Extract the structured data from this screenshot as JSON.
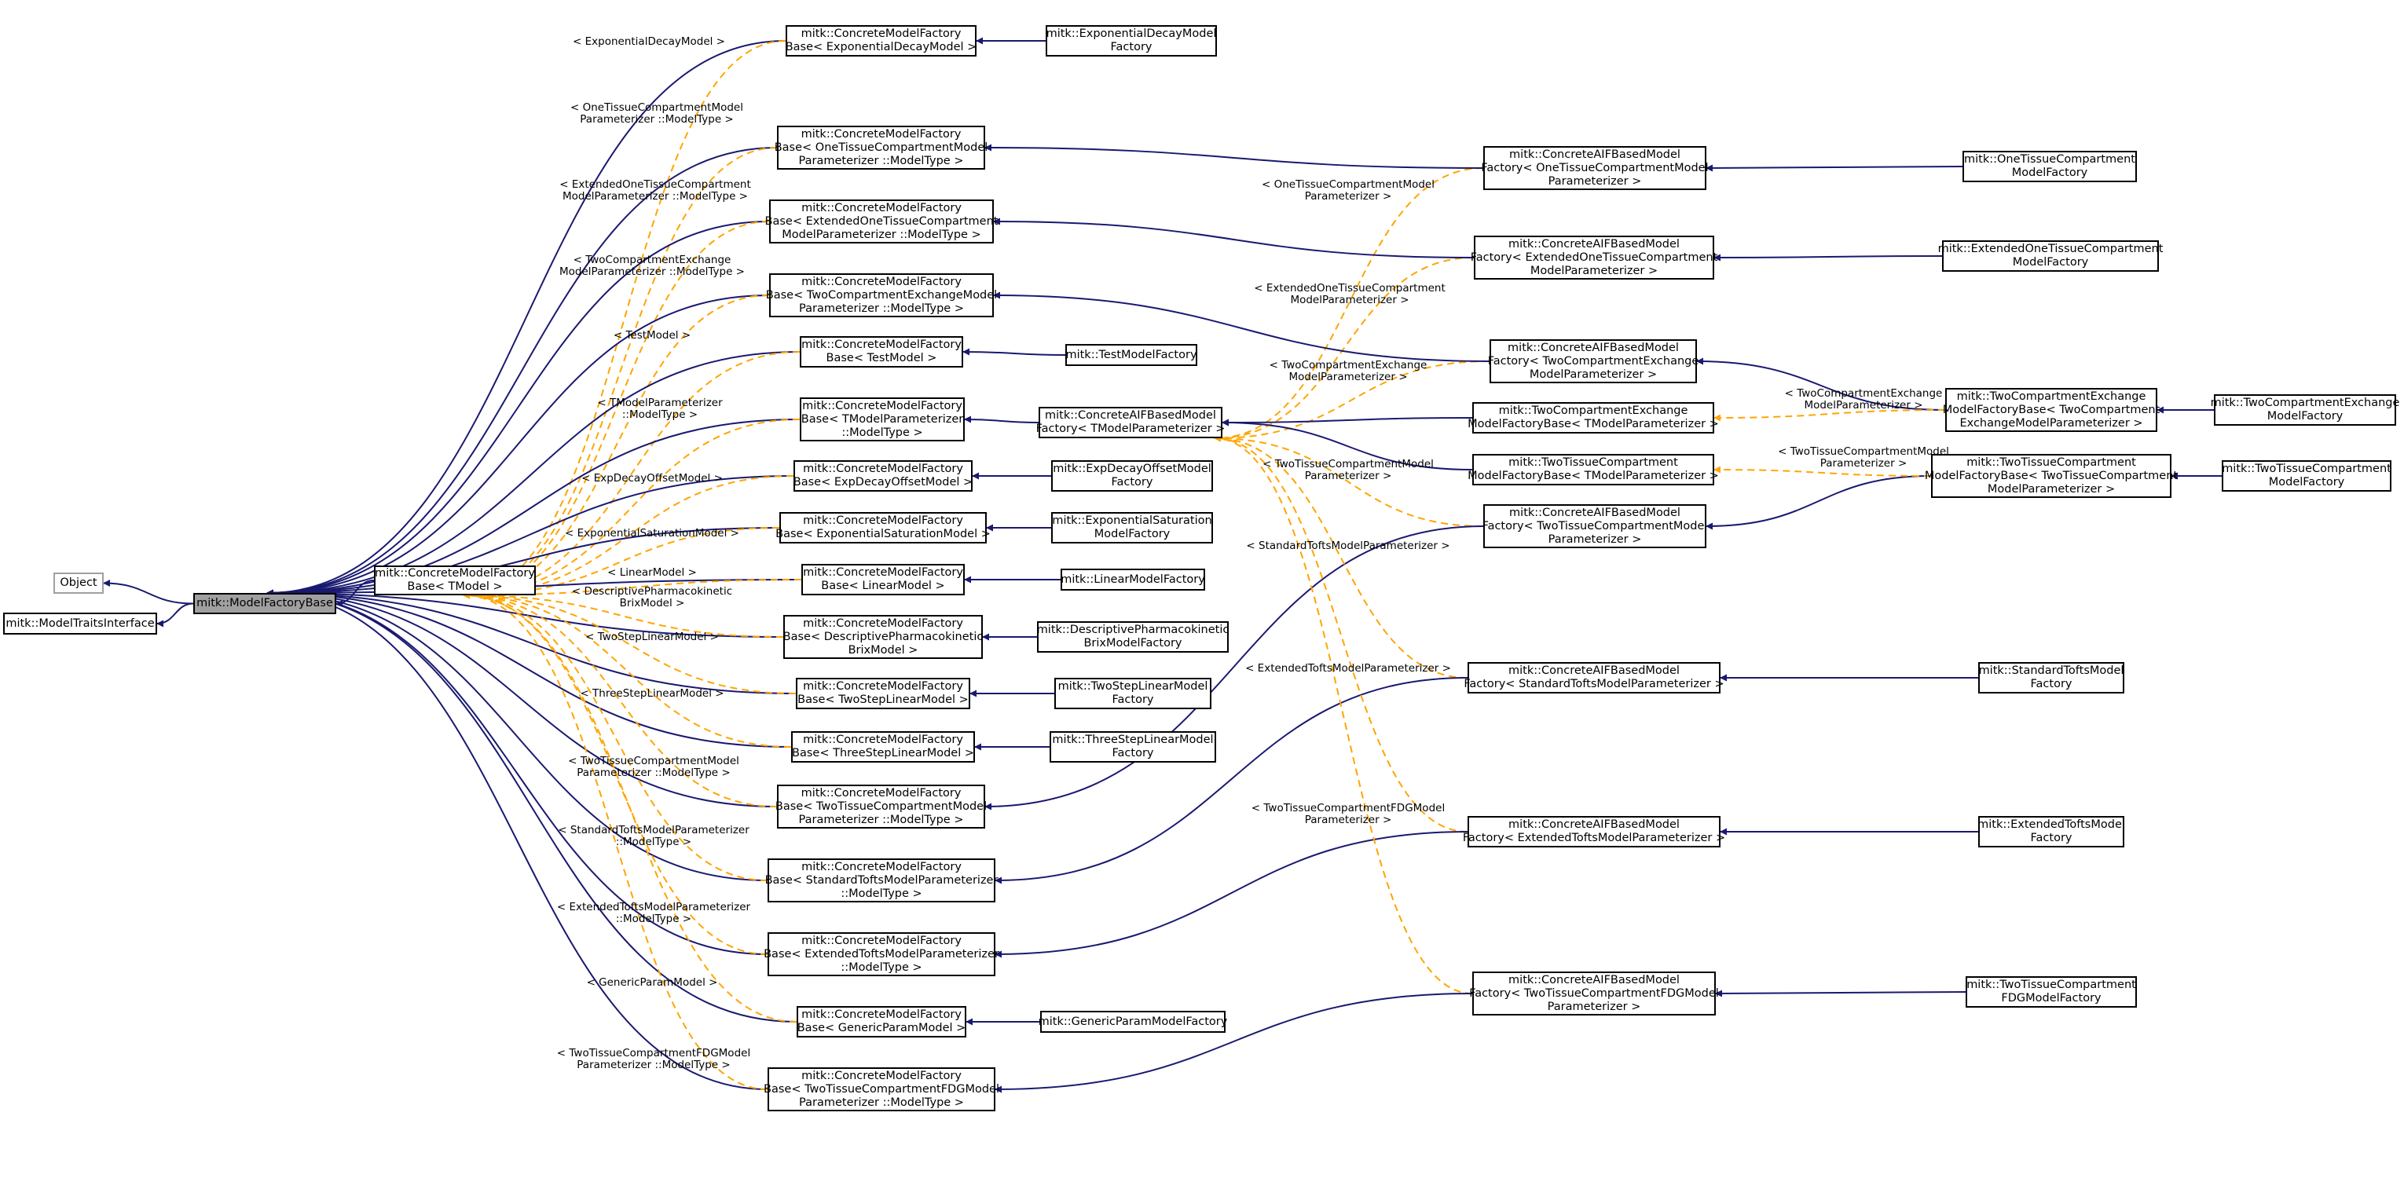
{
  "nodes": [
    {
      "id": "object",
      "label": "Object",
      "style": "gray"
    },
    {
      "id": "traits",
      "label": "mitk::ModelTraitsInterface"
    },
    {
      "id": "base",
      "label": "mitk::ModelFactoryBase",
      "style": "hl"
    },
    {
      "id": "cmf",
      "label": "mitk::ConcreteModelFactory\nBase< TModel >"
    },
    {
      "id": "c_exp",
      "label": "mitk::ConcreteModelFactory\nBase< ExponentialDecayModel >"
    },
    {
      "id": "c_one",
      "label": "mitk::ConcreteModelFactory\nBase< OneTissueCompartmentModel\nParameterizer ::ModelType >"
    },
    {
      "id": "c_ext1",
      "label": "mitk::ConcreteModelFactory\nBase< ExtendedOneTissueCompartment\nModelParameterizer ::ModelType >"
    },
    {
      "id": "c_twoex",
      "label": "mitk::ConcreteModelFactory\nBase< TwoCompartmentExchangeModel\nParameterizer ::ModelType >"
    },
    {
      "id": "c_test",
      "label": "mitk::ConcreteModelFactory\nBase< TestModel >"
    },
    {
      "id": "c_tmp",
      "label": "mitk::ConcreteModelFactory\nBase< TModelParameterizer\n::ModelType >"
    },
    {
      "id": "c_expoff",
      "label": "mitk::ConcreteModelFactory\nBase< ExpDecayOffsetModel >"
    },
    {
      "id": "c_expsat",
      "label": "mitk::ConcreteModelFactory\nBase< ExponentialSaturationModel >"
    },
    {
      "id": "c_lin",
      "label": "mitk::ConcreteModelFactory\nBase< LinearModel >"
    },
    {
      "id": "c_desc",
      "label": "mitk::ConcreteModelFactory\nBase< DescriptivePharmacokinetic\nBrixModel >"
    },
    {
      "id": "c_twostep",
      "label": "mitk::ConcreteModelFactory\nBase< TwoStepLinearModel >"
    },
    {
      "id": "c_threestep",
      "label": "mitk::ConcreteModelFactory\nBase< ThreeStepLinearModel >"
    },
    {
      "id": "c_twotis",
      "label": "mitk::ConcreteModelFactory\nBase< TwoTissueCompartmentModel\nParameterizer ::ModelType >"
    },
    {
      "id": "c_std",
      "label": "mitk::ConcreteModelFactory\nBase< StandardToftsModelParameterizer\n::ModelType >"
    },
    {
      "id": "c_extt",
      "label": "mitk::ConcreteModelFactory\nBase< ExtendedToftsModelParameterizer\n::ModelType >"
    },
    {
      "id": "c_gen",
      "label": "mitk::ConcreteModelFactory\nBase< GenericParamModel >"
    },
    {
      "id": "c_fdg",
      "label": "mitk::ConcreteModelFactory\nBase< TwoTissueCompartmentFDGModel\nParameterizer ::ModelType >"
    },
    {
      "id": "f_exp",
      "label": "mitk::ExponentialDecayModel\nFactory"
    },
    {
      "id": "f_test",
      "label": "mitk::TestModelFactory"
    },
    {
      "id": "f_expoff",
      "label": "mitk::ExpDecayOffsetModel\nFactory"
    },
    {
      "id": "f_expsat",
      "label": "mitk::ExponentialSaturation\nModelFactory"
    },
    {
      "id": "f_lin",
      "label": "mitk::LinearModelFactory"
    },
    {
      "id": "f_desc",
      "label": "mitk::DescriptivePharmacokinetic\nBrixModelFactory"
    },
    {
      "id": "f_twostep",
      "label": "mitk::TwoStepLinearModel\nFactory"
    },
    {
      "id": "f_threestep",
      "label": "mitk::ThreeStepLinearModel\nFactory"
    },
    {
      "id": "f_gen",
      "label": "mitk::GenericParamModelFactory"
    },
    {
      "id": "aif",
      "label": "mitk::ConcreteAIFBasedModel\nFactory< TModelParameterizer >"
    },
    {
      "id": "a_one",
      "label": "mitk::ConcreteAIFBasedModel\nFactory< OneTissueCompartmentModel\nParameterizer >"
    },
    {
      "id": "a_ext1",
      "label": "mitk::ConcreteAIFBasedModel\nFactory< ExtendedOneTissueCompartment\nModelParameterizer >"
    },
    {
      "id": "a_twoex",
      "label": "mitk::ConcreteAIFBasedModel\nFactory< TwoCompartmentExchange\nModelParameterizer >"
    },
    {
      "id": "b_twoex",
      "label": "mitk::TwoCompartmentExchange\nModelFactoryBase< TModelParameterizer >"
    },
    {
      "id": "b_twotis",
      "label": "mitk::TwoTissueCompartment\nModelFactoryBase< TModelParameterizer >"
    },
    {
      "id": "a_twotis",
      "label": "mitk::ConcreteAIFBasedModel\nFactory< TwoTissueCompartmentModel\nParameterizer >"
    },
    {
      "id": "a_std",
      "label": "mitk::ConcreteAIFBasedModel\nFactory< StandardToftsModelParameterizer >"
    },
    {
      "id": "a_extt",
      "label": "mitk::ConcreteAIFBasedModel\nFactory< ExtendedToftsModelParameterizer >"
    },
    {
      "id": "a_fdg",
      "label": "mitk::ConcreteAIFBasedModel\nFactory< TwoTissueCompartmentFDGModel\nParameterizer >"
    },
    {
      "id": "f_one",
      "label": "mitk::OneTissueCompartment\nModelFactory"
    },
    {
      "id": "f_ext1",
      "label": "mitk::ExtendedOneTissueCompartment\nModelFactory"
    },
    {
      "id": "bb_twoex",
      "label": "mitk::TwoCompartmentExchange\nModelFactoryBase< TwoCompartment\nExchangeModelParameterizer >"
    },
    {
      "id": "bb_twotis",
      "label": "mitk::TwoTissueCompartment\nModelFactoryBase< TwoTissueCompartment\nModelParameterizer >"
    },
    {
      "id": "f_twoex",
      "label": "mitk::TwoCompartmentExchange\nModelFactory"
    },
    {
      "id": "f_twotis",
      "label": "mitk::TwoTissueCompartment\nModelFactory"
    },
    {
      "id": "f_std",
      "label": "mitk::StandardToftsModel\nFactory"
    },
    {
      "id": "f_extt",
      "label": "mitk::ExtendedToftsModel\nFactory"
    },
    {
      "id": "f_fdg",
      "label": "mitk::TwoTissueCompartment\nFDGModelFactory"
    }
  ],
  "edge_labels": [
    {
      "id": "l_exp",
      "text": "< ExponentialDecayModel >"
    },
    {
      "id": "l_one",
      "text": "< OneTissueCompartmentModel\nParameterizer ::ModelType >"
    },
    {
      "id": "l_ext1",
      "text": "< ExtendedOneTissueCompartment\nModelParameterizer ::ModelType >"
    },
    {
      "id": "l_twoex",
      "text": "< TwoCompartmentExchange\nModelParameterizer ::ModelType >"
    },
    {
      "id": "l_test",
      "text": "< TestModel >"
    },
    {
      "id": "l_tmp",
      "text": "< TModelParameterizer\n::ModelType >"
    },
    {
      "id": "l_expoff",
      "text": "< ExpDecayOffsetModel >"
    },
    {
      "id": "l_expsat",
      "text": "< ExponentialSaturationModel >"
    },
    {
      "id": "l_lin",
      "text": "< LinearModel >"
    },
    {
      "id": "l_desc",
      "text": "< DescriptivePharmacokinetic\nBrixModel >"
    },
    {
      "id": "l_twostep",
      "text": "< TwoStepLinearModel >"
    },
    {
      "id": "l_threestep",
      "text": "< ThreeStepLinearModel >"
    },
    {
      "id": "l_twotis",
      "text": "< TwoTissueCompartmentModel\nParameterizer ::ModelType >"
    },
    {
      "id": "l_std",
      "text": "< StandardToftsModelParameterizer\n::ModelType >"
    },
    {
      "id": "l_extt",
      "text": "< ExtendedToftsModelParameterizer\n::ModelType >"
    },
    {
      "id": "l_gen",
      "text": "< GenericParamModel >"
    },
    {
      "id": "l_fdg",
      "text": "< TwoTissueCompartmentFDGModel\nParameterizer ::ModelType >"
    },
    {
      "id": "la_one",
      "text": "< OneTissueCompartmentModel\nParameterizer >"
    },
    {
      "id": "la_ext1",
      "text": "< ExtendedOneTissueCompartment\nModelParameterizer >"
    },
    {
      "id": "la_twoex",
      "text": "< TwoCompartmentExchange\nModelParameterizer >"
    },
    {
      "id": "la_twotis",
      "text": "< TwoTissueCompartmentModel\nParameterizer >"
    },
    {
      "id": "la_std",
      "text": "< StandardToftsModelParameterizer >"
    },
    {
      "id": "la_extt",
      "text": "< ExtendedToftsModelParameterizer >"
    },
    {
      "id": "la_fdg",
      "text": "< TwoTissueCompartmentFDGModel\nParameterizer >"
    },
    {
      "id": "lb_twoex",
      "text": "< TwoCompartmentExchange\nModelParameterizer >"
    },
    {
      "id": "lb_twotis",
      "text": "< TwoTissueCompartmentModel\nParameterizer >"
    }
  ],
  "colors": {
    "inheritance_edge": "#191970",
    "template_edge": "#ffa500",
    "node_border": "#000000",
    "gray_border": "#a0a0a0",
    "highlight_fill": "#a0a0a0"
  }
}
